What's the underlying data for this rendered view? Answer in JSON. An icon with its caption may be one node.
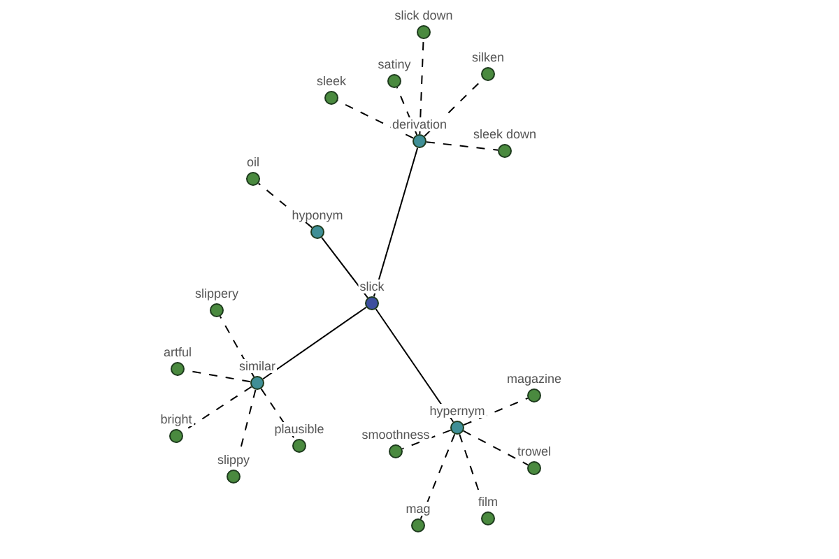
{
  "diagram": {
    "nodes": [
      {
        "text": [
          "slick"
        ]
      },
      {
        "text": [
          "derivation"
        ]
      },
      {
        "text": [
          "sleek"
        ]
      },
      {
        "text": [
          "satiny"
        ]
      },
      {
        "text": [
          "slick down"
        ]
      },
      {
        "text": [
          "silken"
        ]
      },
      {
        "text": [
          "sleek down"
        ]
      },
      {
        "text": [
          "hyponym"
        ]
      },
      {
        "text": [
          "oil"
        ]
      },
      {
        "text": [
          "similar"
        ]
      },
      {
        "text": [
          "slippery"
        ]
      },
      {
        "text": [
          "artful"
        ]
      },
      {
        "text": [
          "bright"
        ]
      },
      {
        "text": [
          "slippy"
        ]
      },
      {
        "text": [
          "plausible"
        ]
      },
      {
        "text": [
          "hypernym"
        ]
      },
      {
        "text": [
          "magazine"
        ]
      },
      {
        "text": [
          "smoothness"
        ]
      },
      {
        "text": [
          "trowel"
        ]
      },
      {
        "text": [
          "mag"
        ]
      },
      {
        "text": [
          "film"
        ]
      }
    ],
    "edges": [
      {
        "from": 0,
        "to": 1,
        "arrow": "none"
      },
      {
        "from": 1,
        "to": 2,
        "arrow": "none",
        "style": "dashed"
      },
      {
        "from": 1,
        "to": 3,
        "arrow": "none",
        "style": "dashed"
      },
      {
        "from": 1,
        "to": 4,
        "arrow": "none",
        "style": "dashed"
      },
      {
        "from": 1,
        "to": 5,
        "arrow": "none",
        "style": "dashed"
      },
      {
        "from": 1,
        "to": 6,
        "arrow": "none",
        "style": "dashed"
      },
      {
        "from": 0,
        "to": 7,
        "arrow": "none"
      },
      {
        "from": 7,
        "to": 8,
        "arrow": "none",
        "style": "dashed"
      },
      {
        "from": 0,
        "to": 9,
        "arrow": "none"
      },
      {
        "from": 9,
        "to": 10,
        "arrow": "none",
        "style": "dashed"
      },
      {
        "from": 9,
        "to": 11,
        "arrow": "none",
        "style": "dashed"
      },
      {
        "from": 9,
        "to": 12,
        "arrow": "none",
        "style": "dashed"
      },
      {
        "from": 9,
        "to": 13,
        "arrow": "none",
        "style": "dashed"
      },
      {
        "from": 9,
        "to": 14,
        "arrow": "none",
        "style": "dashed"
      },
      {
        "from": 0,
        "to": 15,
        "arrow": "none"
      },
      {
        "from": 15,
        "to": 16,
        "arrow": "none",
        "style": "dashed"
      },
      {
        "from": 15,
        "to": 17,
        "arrow": "none",
        "style": "dashed"
      },
      {
        "from": 15,
        "to": 18,
        "arrow": "none",
        "style": "dashed"
      },
      {
        "from": 15,
        "to": 19,
        "arrow": "none",
        "style": "dashed"
      },
      {
        "from": 15,
        "to": 20,
        "arrow": "none",
        "style": "dashed"
      }
    ]
  }
}
